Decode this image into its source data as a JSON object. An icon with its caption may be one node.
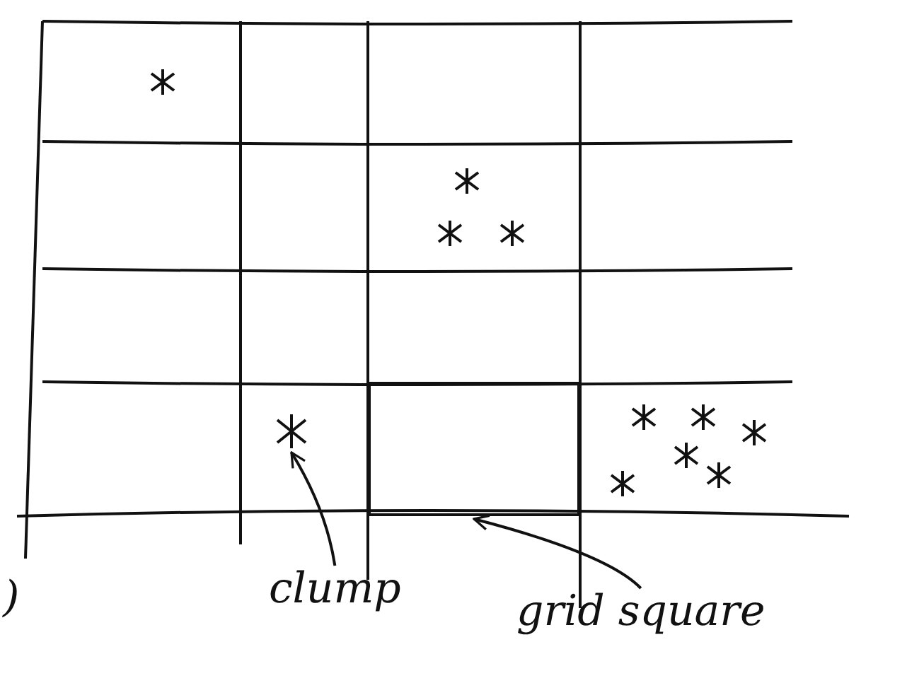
{
  "diagram": {
    "nodes": [
      {
        "text": [],
        "shape": "star"
      },
      {
        "text": [],
        "shape": "box"
      },
      {
        "text": [
          "clump"
        ]
      },
      {
        "text": [
          "grid square"
        ]
      }
    ],
    "edges": [
      {
        "from": 2,
        "to": 0,
        "arrow": "to"
      },
      {
        "from": 3,
        "to": 1,
        "arrow": "to"
      }
    ],
    "labels": [
      ")"
    ]
  }
}
